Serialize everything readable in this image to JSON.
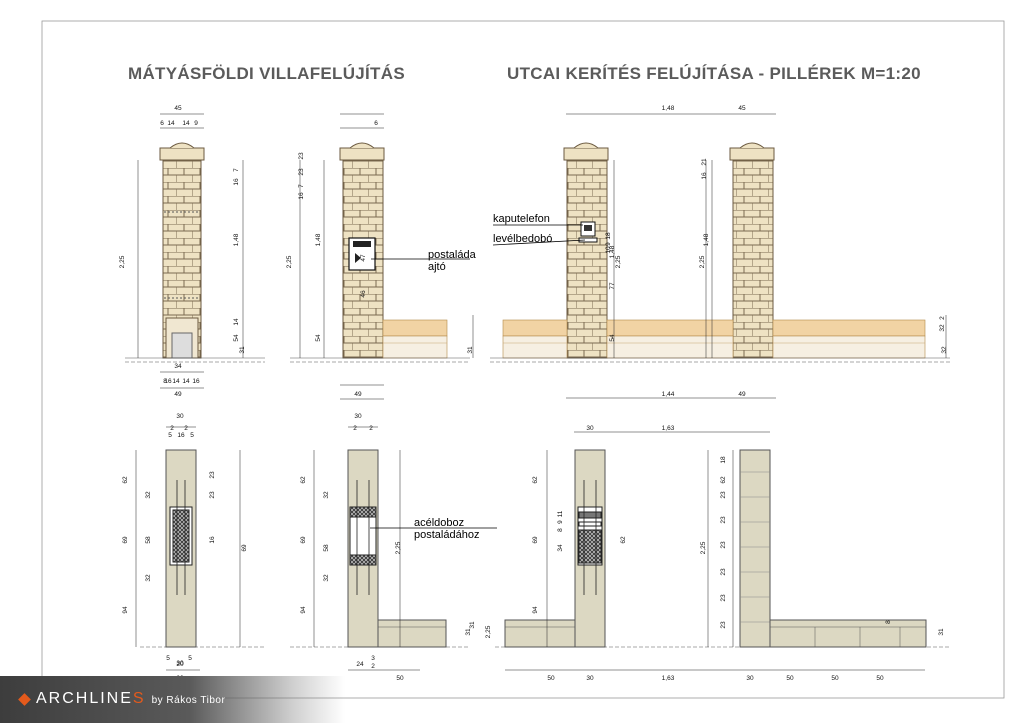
{
  "titles": {
    "left": "MÁTYÁSFÖLDI VILLAFELÚJÍTÁS",
    "right": "UTCAI KERÍTÉS FELÚJÍTÁSA - PILLÉREK M=1:20"
  },
  "labels": {
    "postalada_ajto": [
      "postaláda",
      "ajtó"
    ],
    "kaputelefon": "kaputelefon",
    "levelbedobo": "levélbedobó",
    "aceldoboz": [
      "acéldoboz",
      "postaládához"
    ]
  },
  "dimensions": {
    "top": [
      "45",
      "1,48",
      "45",
      "6",
      "6",
      "14",
      "14",
      "9",
      "8",
      "34",
      "16",
      "16",
      "14",
      "14",
      "49",
      "49",
      "1,44",
      "49"
    ],
    "heights": [
      "2,25",
      "2,25",
      "2,25",
      "2,25",
      "1,48",
      "1,48",
      "1,48",
      "1,48",
      "54",
      "54",
      "54",
      "31",
      "31",
      "32",
      "32",
      "23",
      "23",
      "7",
      "16",
      "7",
      "16",
      "47",
      "46",
      "14",
      "77",
      "21",
      "16",
      "18",
      "9",
      "10",
      "2"
    ],
    "plan_top": [
      "30",
      "30",
      "30",
      "1,63",
      "2",
      "2",
      "2",
      "2",
      "5",
      "16",
      "5"
    ],
    "plan_heights": [
      "62",
      "69",
      "94",
      "62",
      "69",
      "94",
      "62",
      "69",
      "94",
      "32",
      "32",
      "32",
      "32",
      "58",
      "58",
      "62",
      "62",
      "34",
      "9",
      "8",
      "11",
      "18",
      "23",
      "23",
      "23",
      "23",
      "23",
      "23",
      "23",
      "23",
      "16",
      "69",
      "2,25",
      "2,25",
      "2,25",
      "31",
      "31",
      "31",
      "8",
      "3"
    ],
    "plan_bottom": [
      "30",
      "20",
      "5",
      "5",
      "30",
      "24",
      "3",
      "2",
      "50",
      "50",
      "30",
      "1,63",
      "30",
      "50",
      "50",
      "50"
    ]
  },
  "brand": {
    "name": "ARCHLINE",
    "suffix": "S",
    "by": "by Rákos Tibor"
  },
  "colors": {
    "brick": "#eee2c3",
    "mortar": "#7b6a50",
    "concrete": "#dcd8c2",
    "fence_band": "#f1d3a4",
    "hatch": "#333333",
    "title": "#5b5b5b",
    "brand_accent": "#e45a1c"
  }
}
